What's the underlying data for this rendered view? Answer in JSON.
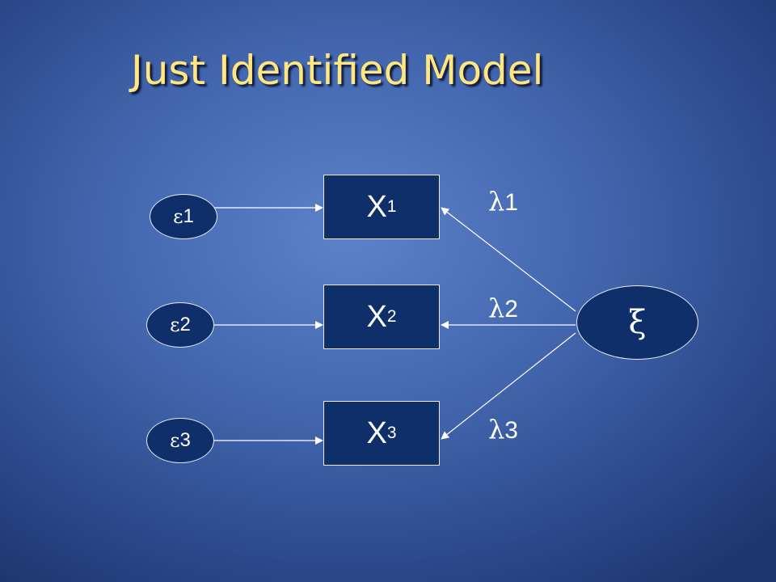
{
  "slide": {
    "title": "Just Identified Model"
  },
  "model": {
    "observed": [
      {
        "symbol": "X",
        "index": "1"
      },
      {
        "symbol": "X",
        "index": "2"
      },
      {
        "symbol": "X",
        "index": "3"
      }
    ],
    "errors": [
      {
        "symbol": "ε",
        "index": "1"
      },
      {
        "symbol": "ε",
        "index": "2"
      },
      {
        "symbol": "ε",
        "index": "3"
      }
    ],
    "latent": {
      "symbol": "ξ"
    },
    "loadings": [
      {
        "symbol": "λ",
        "index": "1"
      },
      {
        "symbol": "λ",
        "index": "2"
      },
      {
        "symbol": "λ",
        "index": "3"
      }
    ]
  },
  "colors": {
    "title": "#ffe680",
    "node_fill": "#0f2f6b",
    "node_stroke": "#e8ecf4",
    "arrow": "#ffffff"
  }
}
